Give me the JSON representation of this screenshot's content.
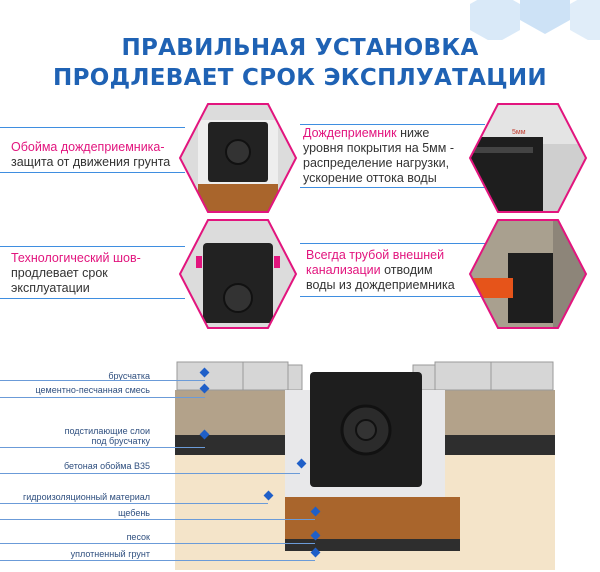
{
  "title": {
    "line1": "ПРАВИЛЬНАЯ УСТАНОВКА",
    "line2": "ПРОДЛЕВАЕТ СРОК ЭКСПЛУАТАЦИИ"
  },
  "features": {
    "f1": {
      "highlight": "Обойма дождеприемника-",
      "rest": "защита от движения грунта"
    },
    "f2": {
      "highlight": "Дождеприемник",
      "rest_line1": " ниже",
      "rest_line2": "уровня покрытия на 5мм -",
      "rest_line3": "распределение нагрузки,",
      "rest_line4": "ускорение оттока воды"
    },
    "f3": {
      "highlight": "Технологический шов-",
      "rest": "продлевает срок",
      "rest2": "эксплуатации"
    },
    "f4": {
      "highlight_line1": "Всегда трубой внешней",
      "highlight_line2": "канализации",
      "rest_line2": " отводим",
      "rest_line3": "воды из дождеприемника"
    },
    "mm_label": "5мм"
  },
  "legend": [
    "брусчатка",
    "цементно-песчанная смесь",
    "подстилающие слои",
    "под брусчатку",
    "бетоная обойма В35",
    "гидроизоляционный материал",
    "щебень",
    "песок",
    "уплотненный грунт"
  ],
  "colors": {
    "title": "#1f62b4",
    "accent": "#e2157e",
    "line": "#3f8ee0",
    "paver": "#d6d6d6",
    "cement_sand": "#b3a28a",
    "dark_layer": "#2e2e2e",
    "sand": "#f4e4c9",
    "gravel": "#a9652c",
    "concrete": "#e8e8ea",
    "box": "#1e1e1e"
  }
}
